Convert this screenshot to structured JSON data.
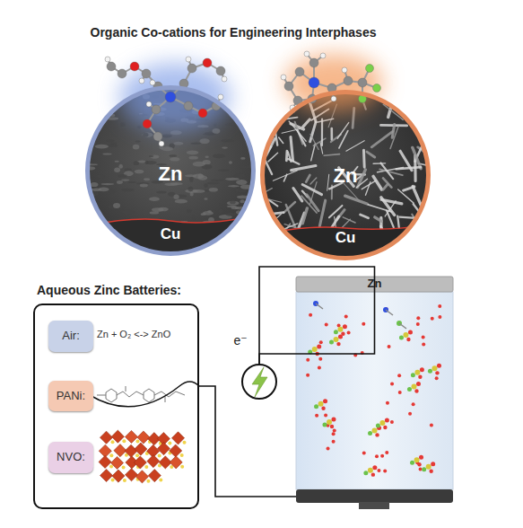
{
  "diagram": {
    "title": "Organic Co-cations for Engineering Interphases",
    "nodes": [
      {
        "text": [
          "Zn",
          "Cu"
        ]
      },
      {
        "text": [
          "Zn",
          "Cu"
        ]
      },
      {
        "text": [
          "Aqueous Zinc Batteries:"
        ]
      },
      {
        "text": [
          "Air:"
        ],
        "in": 2
      },
      {
        "text": [
          "PANi:"
        ],
        "in": 2
      },
      {
        "text": [
          "NVO:"
        ],
        "in": 2
      },
      {
        "text": [
          "e⁻"
        ]
      },
      {
        "text": [
          "Zn"
        ]
      }
    ],
    "edges": [
      {
        "from": 7,
        "to": 6,
        "arrow": "none"
      },
      {
        "from": 6,
        "to": 7,
        "arrow": "none"
      },
      {
        "from": 2,
        "to": 7,
        "arrow": "none"
      }
    ],
    "labels": [
      "Zn + O₂ <-> ZnO"
    ]
  }
}
